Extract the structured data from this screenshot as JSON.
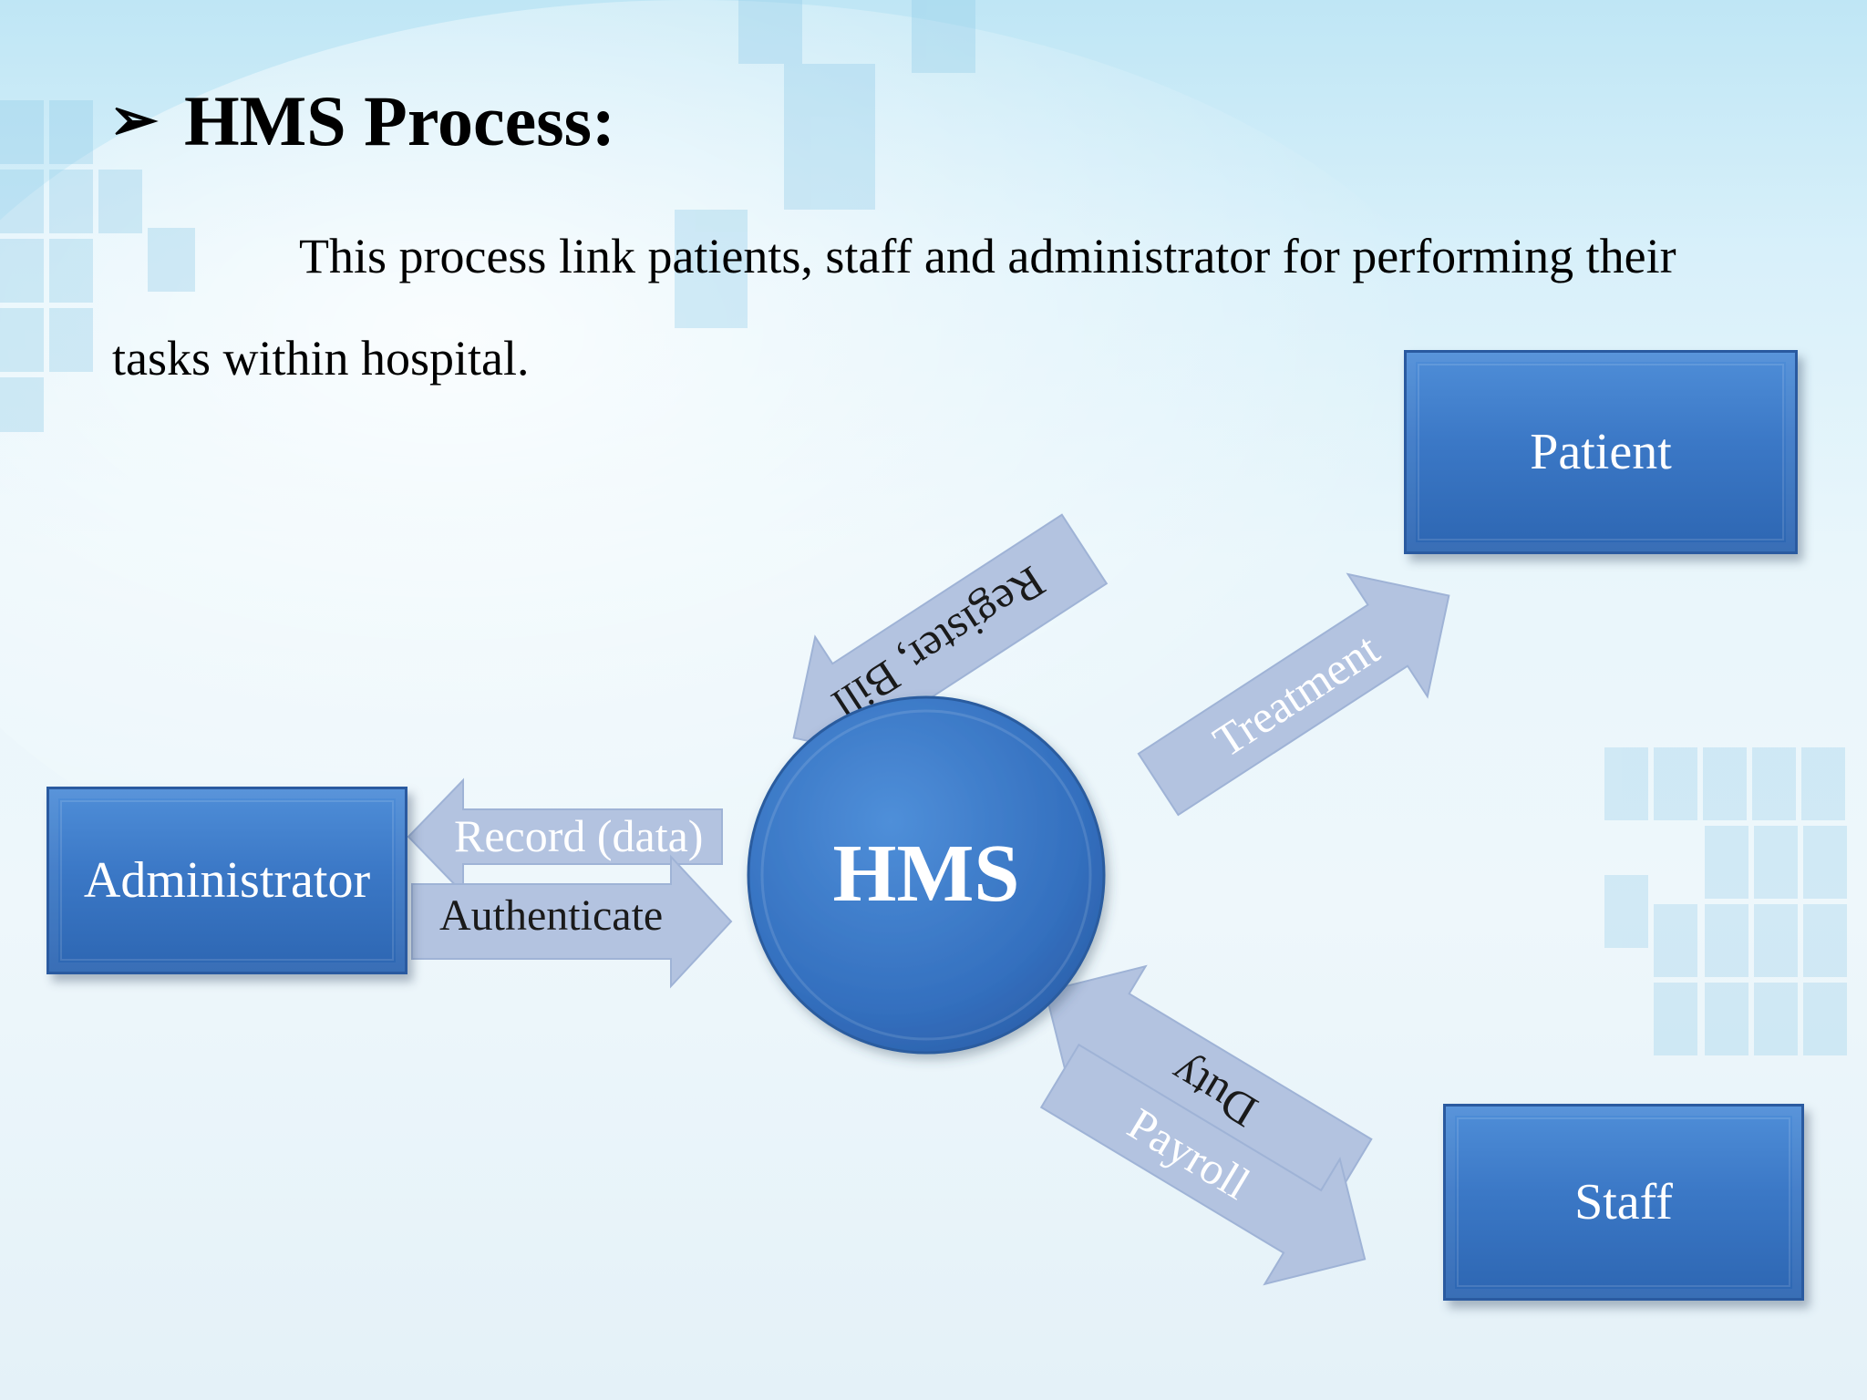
{
  "slide": {
    "title": "HMS Process:",
    "bullet_icon": "➢",
    "description_line1": "This process link patients, staff and administrator for performing their",
    "description_line2": "tasks within hospital."
  },
  "diagram": {
    "center_label": "HMS",
    "nodes": {
      "patient": "Patient",
      "administrator": "Administrator",
      "staff": "Staff"
    },
    "arrows": {
      "admin_in": "Record (data)",
      "admin_out": "Authenticate",
      "patient_in": "Register, Bill",
      "patient_out": "Treatment",
      "staff_in": "Duty",
      "staff_out": "Payroll"
    }
  },
  "colors": {
    "box_fill": "#3b78c6",
    "arrow_fill": "#b2c3e1",
    "circle_fill": "#3a75c2"
  }
}
